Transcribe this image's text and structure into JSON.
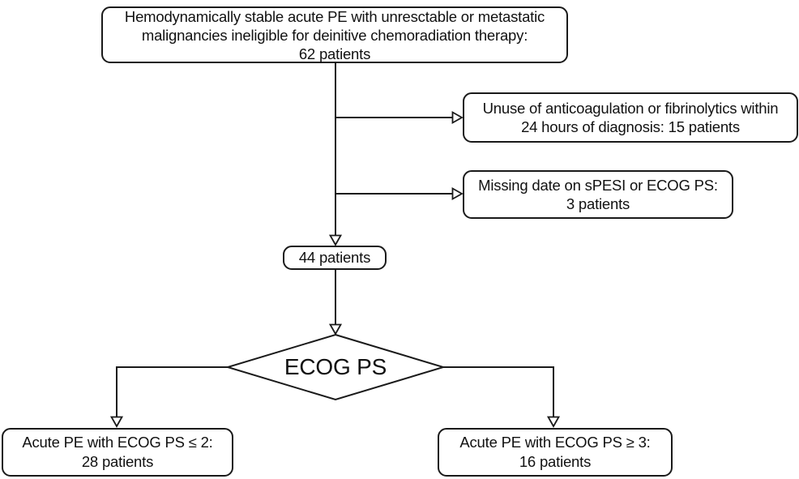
{
  "colors": {
    "line": "#1a1a1a",
    "text": "#111111",
    "node_fill": "#ffffff",
    "background": "#ffffff"
  },
  "flowchart": {
    "type": "patient-selection-flow-diagram",
    "nodes": {
      "enrollment": {
        "lines": [
          "Hemodynamically stable acute PE with unresctable or metastatic",
          "malignancies ineligible for deinitive chemoradiation therapy:",
          "62 patients"
        ]
      },
      "exclusion_anticoagulation": {
        "lines": [
          "Unuse of anticoagulation or fibrinolytics within",
          "24 hours of diagnosis: 15 patients"
        ]
      },
      "exclusion_missing_data": {
        "lines": [
          "Missing date on sPESI or ECOG PS:",
          "3 patients"
        ]
      },
      "analyzed": {
        "lines": [
          "44 patients"
        ]
      },
      "decision": {
        "label": "ECOG PS"
      },
      "group_low_ps": {
        "lines": [
          "Acute PE with ECOG PS ≤ 2:",
          "28 patients"
        ]
      },
      "group_high_ps": {
        "lines": [
          "Acute PE with ECOG PS ≥ 3:",
          "16 patients"
        ]
      }
    }
  }
}
